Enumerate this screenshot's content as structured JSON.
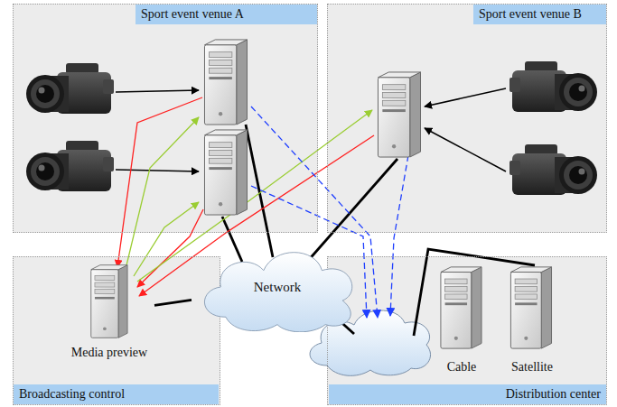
{
  "diagram": {
    "nodes": [
      {
        "text": [
          "Sport event venue A"
        ]
      },
      {
        "text": [
          "Sport event venue B"
        ]
      },
      {
        "text": [
          "Broadcasting control"
        ]
      },
      {
        "text": [
          "Media preview"
        ],
        "in": 2
      },
      {
        "text": [
          "Network"
        ]
      },
      {
        "text": [
          "Distribution center"
        ]
      },
      {
        "text": [
          "Cable"
        ],
        "in": 5
      },
      {
        "text": [
          "Satellite"
        ],
        "in": 5
      }
    ],
    "edges": [
      {
        "from": 3,
        "to": 4,
        "arrow": "none"
      }
    ]
  }
}
